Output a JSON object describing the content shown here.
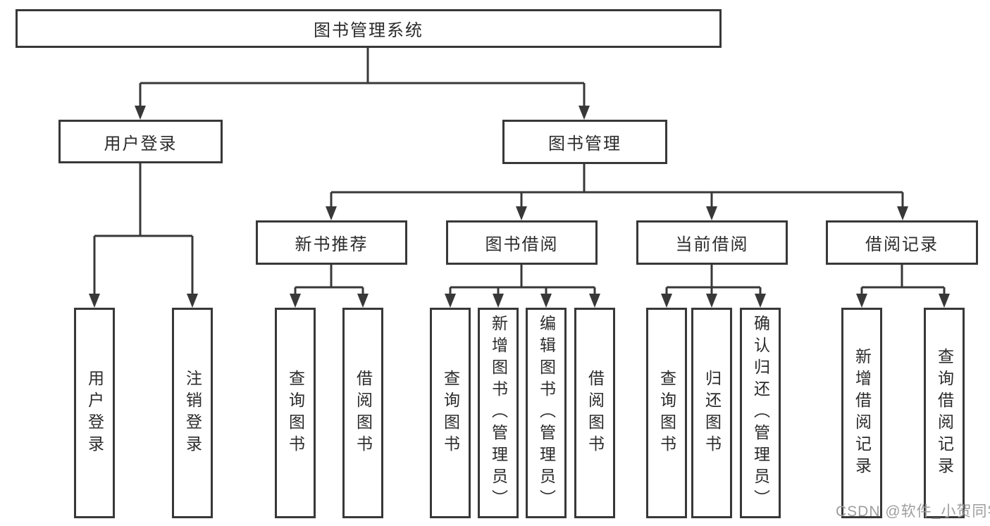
{
  "colors": {
    "line": "#383838",
    "text": "#2b2b2b",
    "box_fill": "#ffffff",
    "background": "#ffffff",
    "watermark": "#9e9e9e"
  },
  "tree": {
    "root": {
      "label": "图书管理系统"
    },
    "user": {
      "label": "用户登录",
      "children": [
        {
          "label": "用户登录"
        },
        {
          "label": "注销登录"
        }
      ]
    },
    "manage": {
      "label": "图书管理",
      "modules": [
        {
          "label": "新书推荐",
          "children": [
            {
              "label": "查询图书"
            },
            {
              "label": "借阅图书"
            }
          ]
        },
        {
          "label": "图书借阅",
          "children": [
            {
              "label": "查询图书"
            },
            {
              "label": "新增图书（管理员）"
            },
            {
              "label": "编辑图书（管理员）"
            },
            {
              "label": "借阅图书"
            }
          ]
        },
        {
          "label": "当前借阅",
          "children": [
            {
              "label": "查询图书"
            },
            {
              "label": "归还图书"
            },
            {
              "label": "确认归还（管理员）"
            }
          ]
        },
        {
          "label": "借阅记录",
          "children": [
            {
              "label": "新增借阅记录"
            },
            {
              "label": "查询借阅记录"
            }
          ]
        }
      ]
    }
  },
  "watermark": {
    "text": "CSDN @软件_小贺同学"
  }
}
